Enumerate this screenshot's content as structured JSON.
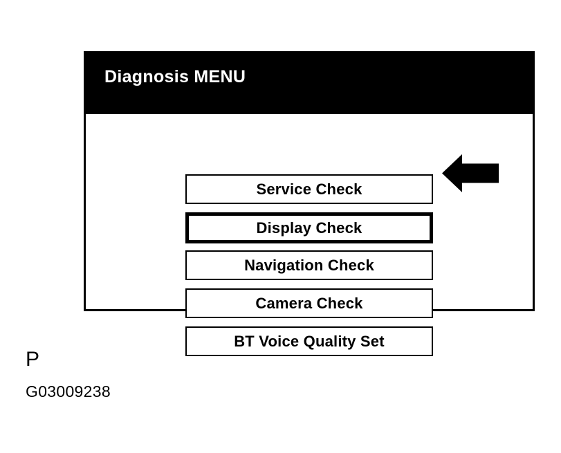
{
  "screen": {
    "title": "Diagnosis MENU",
    "header_bg": "#000000",
    "header_fg": "#ffffff",
    "body_bg": "#ffffff",
    "border_color": "#000000",
    "menu_items": [
      {
        "label": "Service Check",
        "selected": false
      },
      {
        "label": "Display Check",
        "selected": true
      },
      {
        "label": "Navigation Check",
        "selected": false
      },
      {
        "label": "Camera Check",
        "selected": false
      },
      {
        "label": "BT Voice Quality Set",
        "selected": false
      }
    ]
  },
  "annotation": {
    "arrow": {
      "icon": "arrow-left-icon",
      "direction": "left",
      "color": "#000000",
      "points_at": "Display Check"
    }
  },
  "caption": {
    "letter": "P",
    "code": "G03009238"
  }
}
